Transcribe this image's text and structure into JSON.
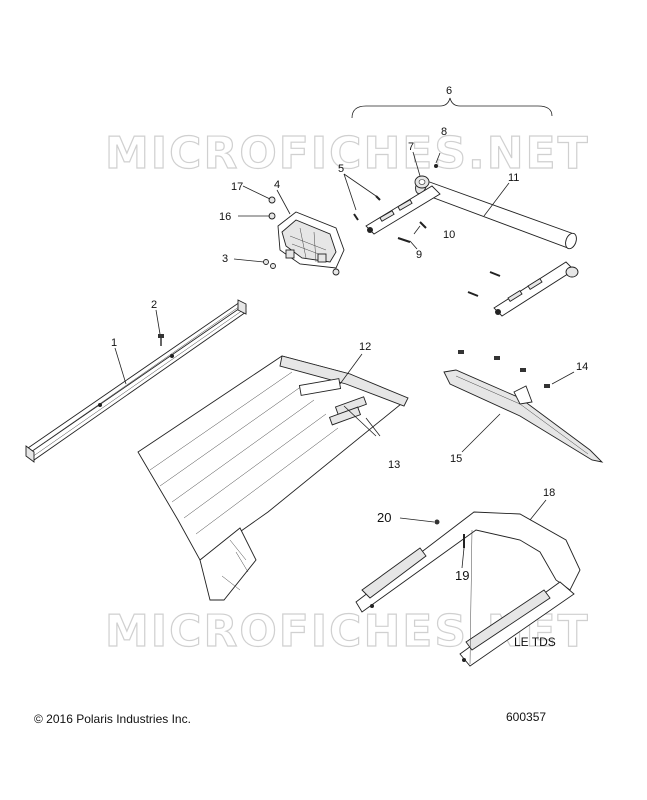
{
  "watermark": "MICROFICHES.NET",
  "callouts": {
    "c1": "1",
    "c2": "2",
    "c3": "3",
    "c4": "4",
    "c5": "5",
    "c6": "6",
    "c7": "7",
    "c8": "8",
    "c9": "9",
    "c10": "10",
    "c11": "11",
    "c12": "12",
    "c13": "13",
    "c14": "14",
    "c15": "15",
    "c16": "16",
    "c17": "17",
    "c18": "18",
    "c19": "19",
    "c20": "20"
  },
  "model_note": "LE TDS",
  "footer": {
    "copyright": "© 2016 Polaris Industries Inc.",
    "diagram_number": "600357"
  }
}
